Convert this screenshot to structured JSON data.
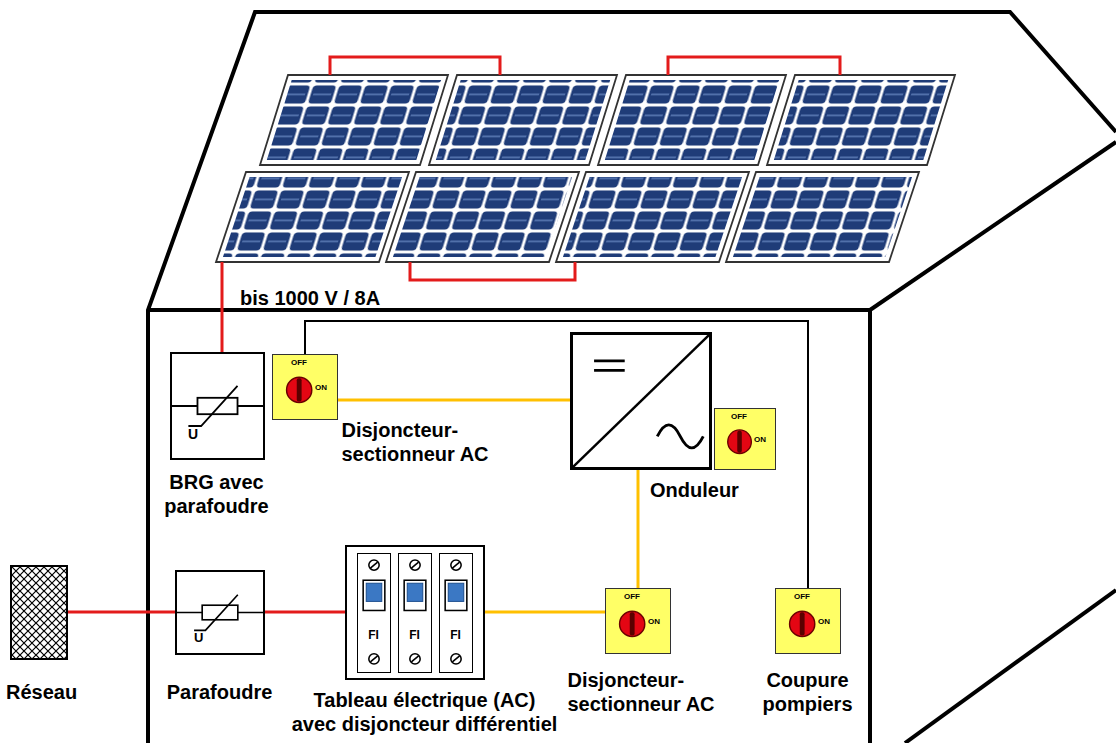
{
  "diagram": {
    "nodes": [
      {
        "text": [
          "U",
          "BRG avec parafoudre"
        ]
      },
      {
        "text": [
          "OFF",
          "ON",
          "Disjoncteur-sectionneur AC"
        ]
      },
      {
        "text": [
          "Onduleur"
        ]
      },
      {
        "text": [
          "OFF",
          "ON"
        ]
      },
      {
        "text": [
          "Réseau"
        ]
      },
      {
        "text": [
          "U",
          "Parafoudre"
        ]
      },
      {
        "text": [
          "Tableau électrique (AC) avec disjoncteur différentiel"
        ]
      },
      {
        "text": [
          "FI"
        ],
        "in": 6
      },
      {
        "text": [
          "FI"
        ],
        "in": 6
      },
      {
        "text": [
          "FI"
        ],
        "in": 6
      },
      {
        "text": [
          "OFF",
          "ON",
          "Disjoncteur-sectionneur AC"
        ]
      },
      {
        "text": [
          "OFF",
          "ON",
          "Coupure pompiers"
        ]
      }
    ],
    "edges": [
      {
        "from": 4,
        "to": 5,
        "arrow": "none"
      },
      {
        "from": 5,
        "to": 6,
        "arrow": "none"
      },
      {
        "from": 6,
        "to": 10,
        "arrow": "none"
      },
      {
        "from": 10,
        "to": 2,
        "arrow": "none"
      },
      {
        "from": 1,
        "to": 2,
        "arrow": "none"
      },
      {
        "from": 11,
        "to": 1,
        "arrow": "none"
      }
    ],
    "labels": [
      "bis 1000 V / 8A"
    ]
  }
}
